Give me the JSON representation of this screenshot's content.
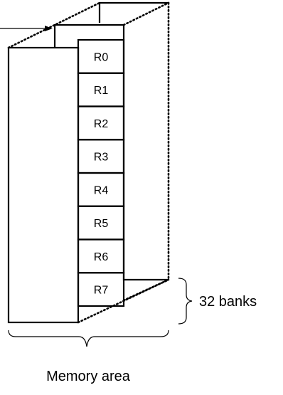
{
  "registers": [
    "R0",
    "R1",
    "R2",
    "R3",
    "R4",
    "R5",
    "R6",
    "R7"
  ],
  "labels": {
    "banks": "32 banks",
    "memory_area": "Memory area"
  },
  "colors": {
    "line": "#000000",
    "background": "#ffffff"
  }
}
